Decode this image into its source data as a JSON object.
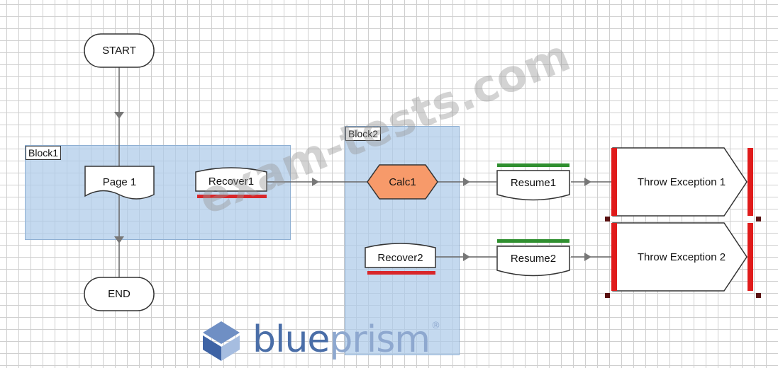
{
  "blocks": [
    {
      "label": "Block1"
    },
    {
      "label": "Block2"
    }
  ],
  "nodes": {
    "start": "START",
    "end": "END",
    "page1": "Page 1",
    "recover1": "Recover1",
    "calc1": "Calc1",
    "resume1": "Resume1",
    "throw1": "Throw Exception 1",
    "recover2": "Recover2",
    "resume2": "Resume2",
    "throw2": "Throw Exception 2"
  },
  "watermark": "exam-tests.com",
  "brand": {
    "part1": "blue",
    "part2": "prism",
    "reg": "®",
    "icon": "blueprism-logo-icon"
  },
  "colors": {
    "block_fill": "#adcae9",
    "calc_fill": "#f79a6a",
    "recover_marker": "#d9262a",
    "resume_marker": "#2f8f2f",
    "throw_bar": "#e01b1b"
  }
}
